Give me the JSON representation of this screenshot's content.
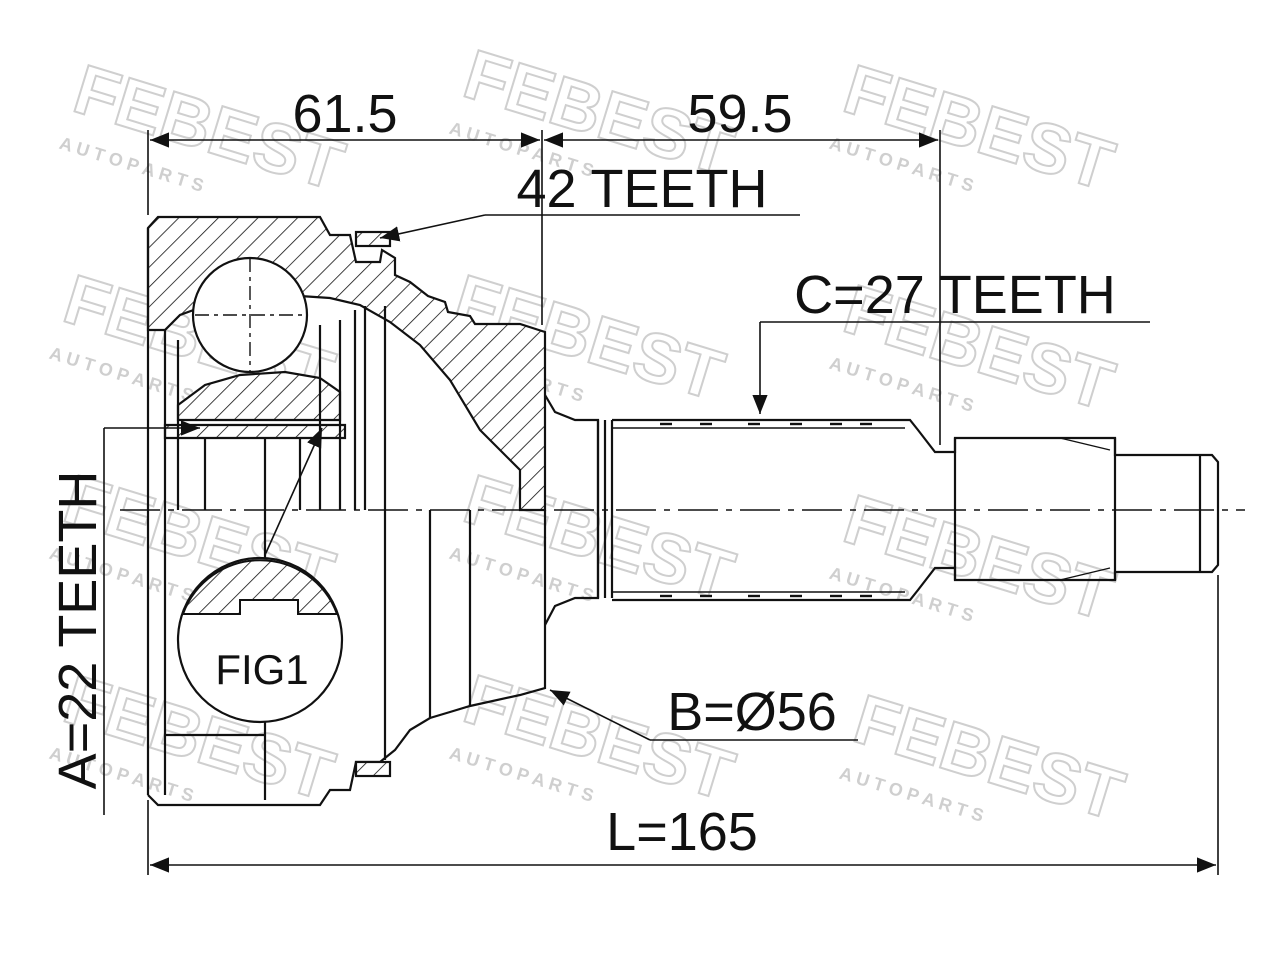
{
  "watermark": {
    "brand": "FEBEST",
    "sub": "A U T O   P A R T S",
    "color": "#cfcfcf"
  },
  "dimensions": {
    "left_length": "61.5",
    "right_length": "59.5",
    "total_length": "L=165"
  },
  "callouts": {
    "abs_teeth": "42 TEETH",
    "outer_spline": "C=27 TEETH",
    "seal_diameter": "B=Ø56",
    "inner_spline": "A=22 TEETH",
    "detail_label": "FIG1"
  },
  "colors": {
    "line": "#111111",
    "background": "#ffffff"
  }
}
